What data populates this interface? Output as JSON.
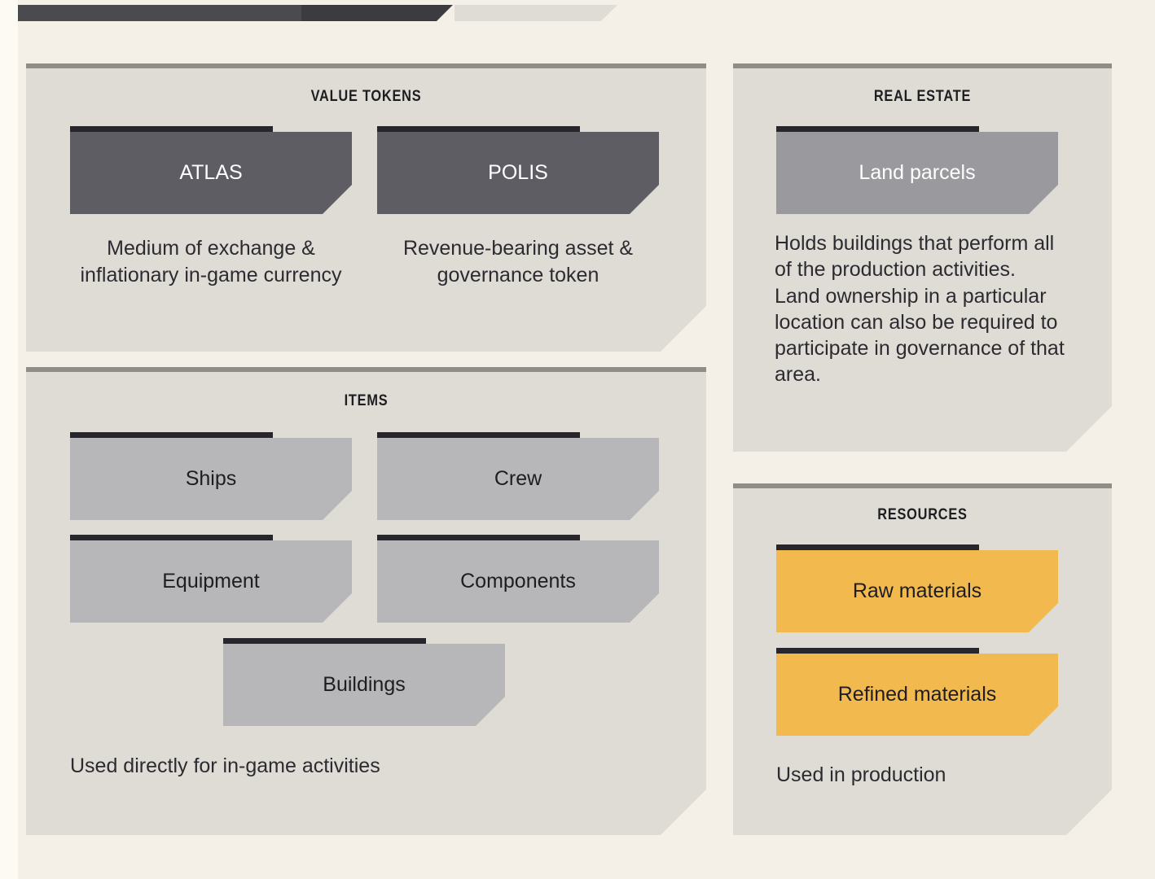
{
  "theme": {
    "background": "#fdfaf4",
    "canvas": "#f4f0e8",
    "panel": "#dedcd4",
    "panel_rule": "#8f8d88",
    "accent_dark": "#26262c",
    "card_dark": "#5d5d63",
    "card_gray": "#9a9a9e",
    "card_light": "#b7b7b9",
    "card_amber": "#f2b94f",
    "text_dark": "#1e1e22"
  },
  "topbar": {
    "segment_dark_label": "decorative-bar-dark",
    "segment_darker_label": "decorative-bar-darker",
    "segment_light_label": "decorative-bar-light"
  },
  "panels": {
    "value_tokens": {
      "title": "VALUE TOKENS",
      "cards": [
        {
          "label": "ATLAS",
          "style": "dark",
          "description": "Medium of exchange & inflationary in-game currency"
        },
        {
          "label": "POLIS",
          "style": "dark",
          "description": "Revenue-bearing asset & governance token"
        }
      ]
    },
    "items": {
      "title": "ITEMS",
      "cards": [
        {
          "label": "Ships",
          "style": "light"
        },
        {
          "label": "Crew",
          "style": "light"
        },
        {
          "label": "Equipment",
          "style": "light"
        },
        {
          "label": "Components",
          "style": "light"
        },
        {
          "label": "Buildings",
          "style": "light"
        }
      ],
      "description": "Used directly for in-game activities"
    },
    "real_estate": {
      "title": "REAL ESTATE",
      "cards": [
        {
          "label": "Land parcels",
          "style": "gray"
        }
      ],
      "description": "Holds buildings that perform all of the production activities. Land ownership in a particular location can also be required to participate in governance of that area."
    },
    "resources": {
      "title": "RESOURCES",
      "cards": [
        {
          "label": "Raw materials",
          "style": "amber"
        },
        {
          "label": "Refined materials",
          "style": "amber"
        }
      ],
      "description": "Used in production"
    }
  }
}
